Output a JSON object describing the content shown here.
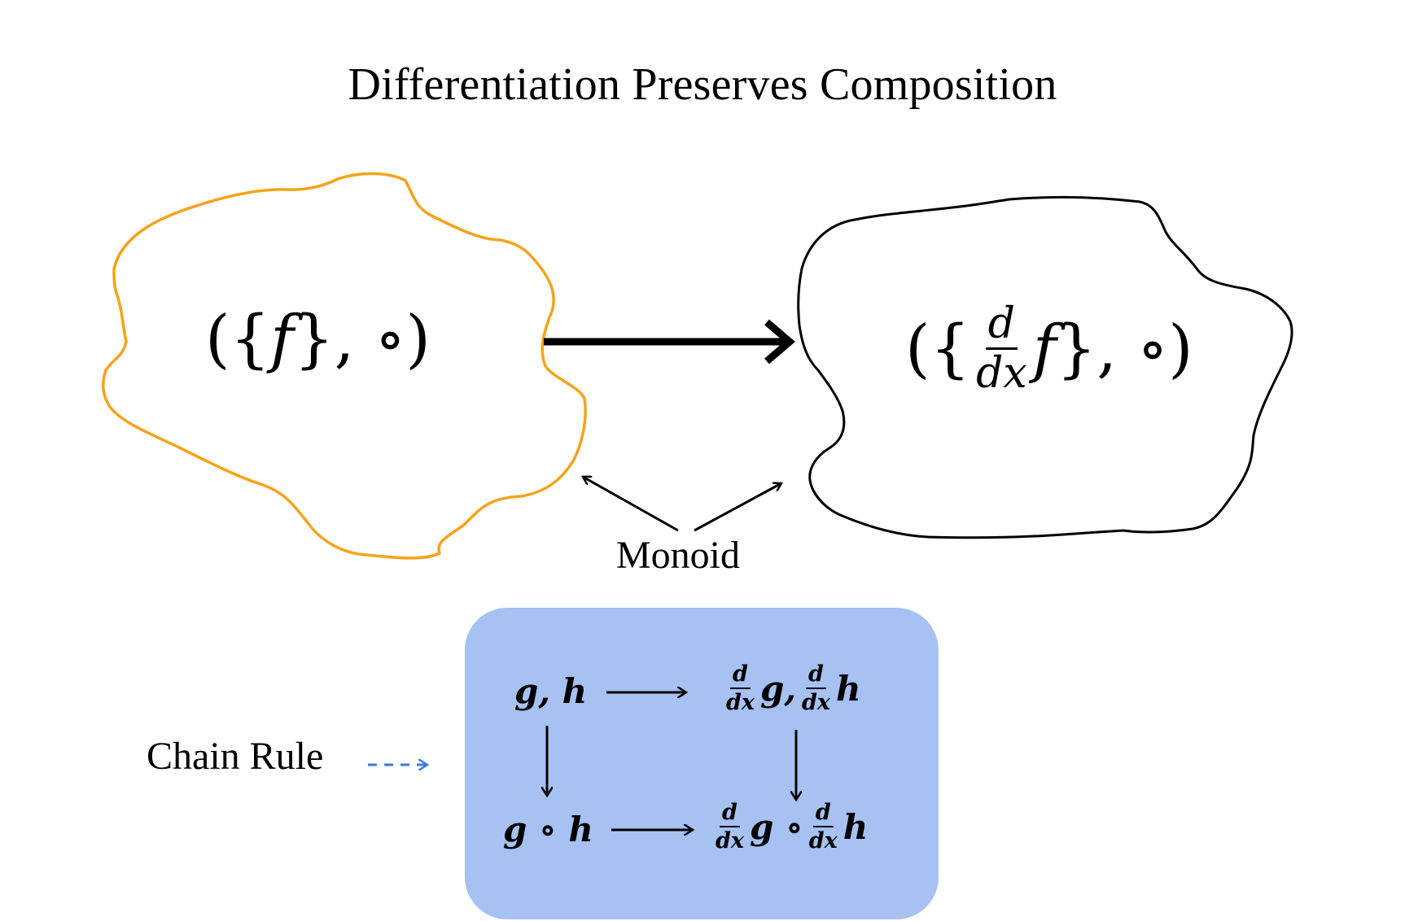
{
  "title": "Differentiation Preserves Composition",
  "labels": {
    "monoid": "Monoid",
    "chain_rule": "Chain Rule"
  },
  "left_monoid": {
    "open_paren": "(",
    "open_brace": "{",
    "var": "f",
    "close_brace": "}",
    "comma": ",",
    "op": "∘",
    "close_paren": ")",
    "outline_color": "#f5a31a"
  },
  "right_monoid": {
    "open_paren": "(",
    "open_brace": "{",
    "d_num": "d",
    "d_den": "dx",
    "var": "f",
    "close_brace": "}",
    "comma": ",",
    "op": "∘",
    "close_paren": ")",
    "outline_color": "#000000"
  },
  "chain_rule_square": {
    "top_left": "g, h",
    "top_right": {
      "d_num": "d",
      "d_den": "dx",
      "g": "g,",
      "h": "h"
    },
    "bottom_left": "g ∘ h",
    "bottom_right": {
      "d_num": "d",
      "d_den": "dx",
      "g": "g ∘",
      "h": "h"
    },
    "box_color": "#a6c1f2",
    "dashed_arrow_color": "#3a7be0"
  }
}
